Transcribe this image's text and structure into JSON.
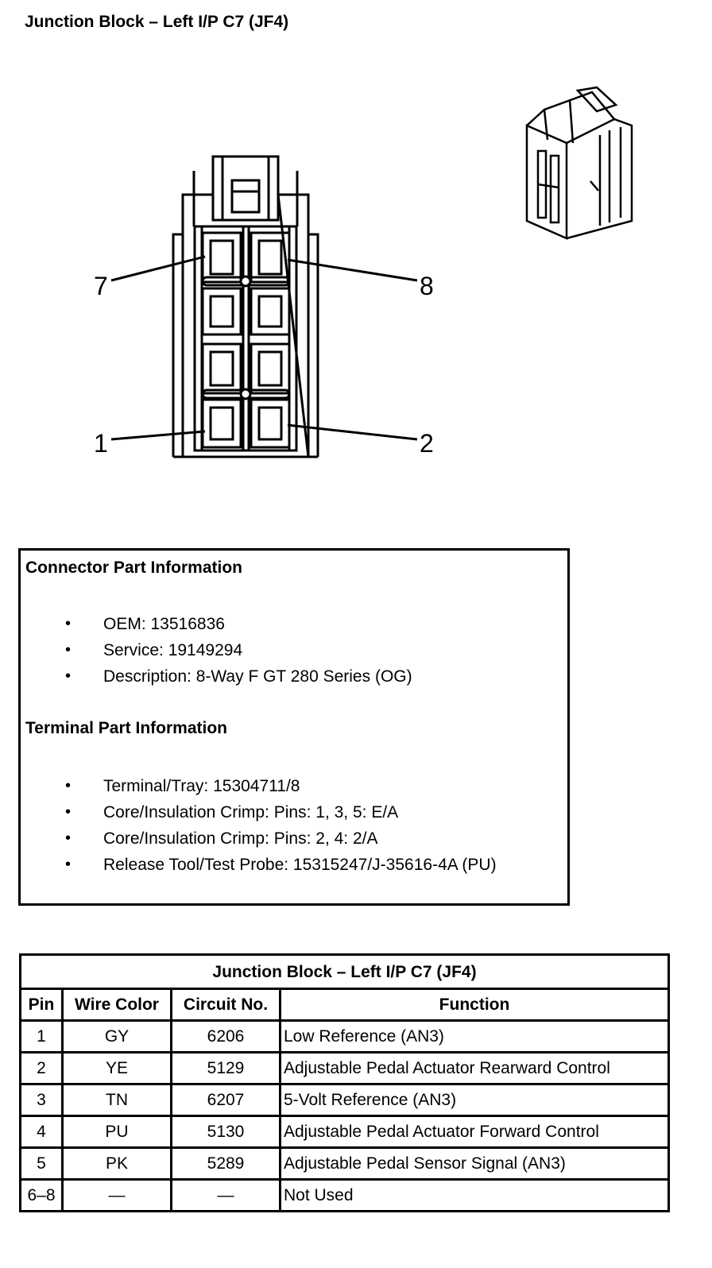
{
  "title": "Junction Block – Left I/P C7 (JF4)",
  "diagram": {
    "pin_labels": [
      "7",
      "8",
      "1",
      "2"
    ]
  },
  "connector_info": {
    "heading": "Connector Part Information",
    "items": [
      "OEM: 13516836",
      "Service: 19149294",
      "Description: 8-Way F GT 280 Series (OG)"
    ]
  },
  "terminal_info": {
    "heading": "Terminal Part Information",
    "items": [
      "Terminal/Tray: 15304711/8",
      "Core/Insulation Crimp: Pins: 1, 3, 5: E/A",
      "Core/Insulation Crimp: Pins: 2, 4: 2/A",
      "Release Tool/Test Probe: 15315247/J-35616-4A (PU)"
    ]
  },
  "table": {
    "caption": "Junction Block – Left I/P C7 (JF4)",
    "headers": [
      "Pin",
      "Wire Color",
      "Circuit No.",
      "Function"
    ],
    "rows": [
      [
        "1",
        "GY",
        "6206",
        "Low Reference (AN3)"
      ],
      [
        "2",
        "YE",
        "5129",
        "Adjustable Pedal Actuator Rearward Control"
      ],
      [
        "3",
        "TN",
        "6207",
        "5-Volt Reference (AN3)"
      ],
      [
        "4",
        "PU",
        "5130",
        "Adjustable Pedal Actuator Forward Control"
      ],
      [
        "5",
        "PK",
        "5289",
        "Adjustable Pedal Sensor Signal (AN3)"
      ],
      [
        "6–8",
        "—",
        "—",
        "Not Used"
      ]
    ]
  }
}
